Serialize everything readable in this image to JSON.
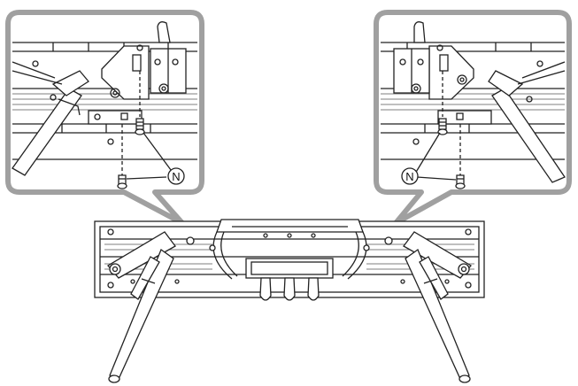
{
  "figure": {
    "labels": {
      "left_callout_part": "N",
      "right_callout_part": "N"
    }
  },
  "colors": {
    "line": "#222222",
    "callout_frame": "#9d9d9d",
    "hatch": "#555555",
    "background": "#ffffff"
  },
  "icons": {
    "left_callout": "zoom-callout-left-bracket",
    "right_callout": "zoom-callout-right-bracket",
    "screw": "screw-icon",
    "pedal": "pedal-icon"
  }
}
